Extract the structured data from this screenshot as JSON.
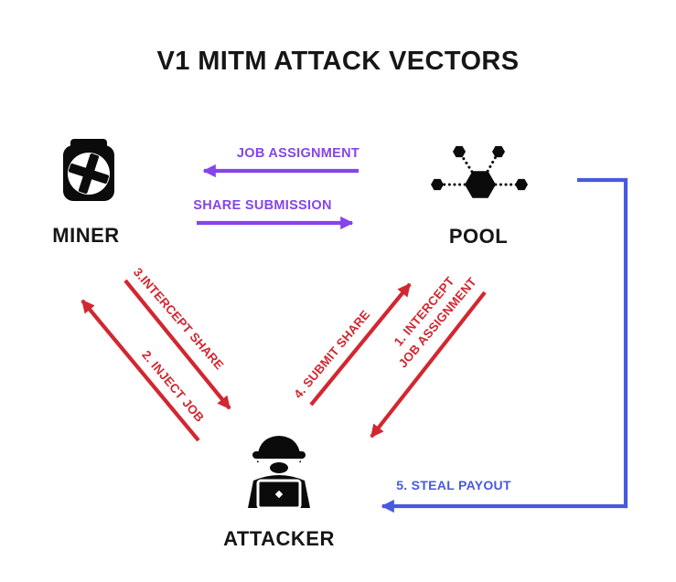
{
  "title": "V1 MITM ATTACK VECTORS",
  "colors": {
    "purple": "#8545ea",
    "red": "#d22730",
    "blue": "#4859df",
    "ink": "#161616"
  },
  "nodes": {
    "miner": {
      "label": "MINER",
      "icon": "miner-rig-fan-icon"
    },
    "pool": {
      "label": "POOL",
      "icon": "pool-hexagon-network-icon"
    },
    "attacker": {
      "label": "ATTACKER",
      "icon": "attacker-hacker-laptop-icon"
    }
  },
  "flows": {
    "job_assignment": {
      "label": "JOB ASSIGNMENT",
      "from": "pool",
      "to": "miner",
      "color": "#8545ea"
    },
    "share_submission": {
      "label": "SHARE SUBMISSION",
      "from": "miner",
      "to": "pool",
      "color": "#8545ea"
    },
    "intercept_job_assignment": {
      "label_line1": "1. INTERCEPT",
      "label_line2": "JOB ASSIGNMENT",
      "from": "pool",
      "to": "attacker",
      "color": "#d22730"
    },
    "inject_job": {
      "label": "2. INJECT JOB",
      "from": "attacker",
      "to": "miner",
      "color": "#d22730"
    },
    "intercept_share": {
      "label": "3.INTERCEPT SHARE",
      "from": "miner",
      "to": "attacker",
      "color": "#d22730"
    },
    "submit_share": {
      "label": "4. SUBMIT SHARE",
      "from": "attacker",
      "to": "pool",
      "color": "#d22730"
    },
    "steal_payout": {
      "label": "5. STEAL PAYOUT",
      "from": "pool",
      "to": "attacker",
      "color": "#4859df"
    }
  }
}
